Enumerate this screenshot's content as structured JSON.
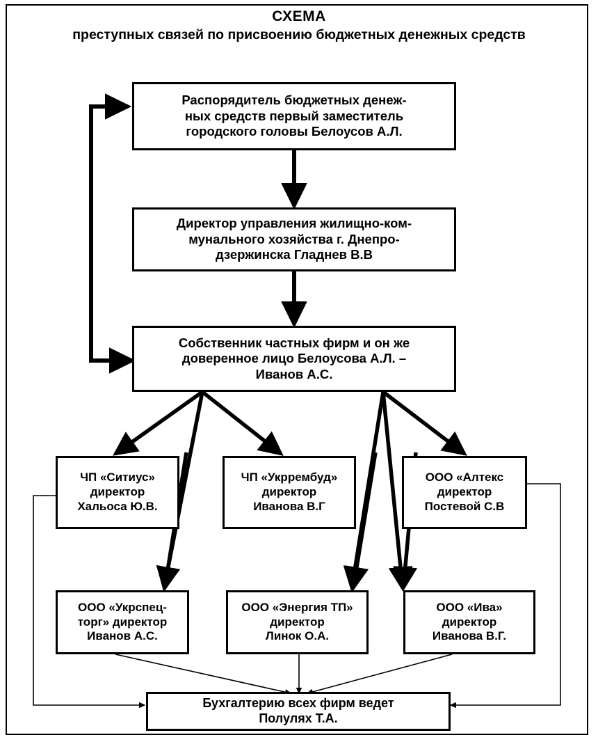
{
  "document": {
    "title_main": "СХЕМА",
    "title_sub": "преступных связей по присвоению\nбюджетных денежных средств",
    "language": "ru"
  },
  "colors": {
    "background": "#ffffff",
    "line": "#000000",
    "thin_line": "#555555",
    "text": "#000000"
  },
  "nodes": {
    "budget_manager": {
      "label": "Распорядитель бюджетных денеж-\nных средств первый заместитель\nгородского головы Белоусов А.Л."
    },
    "housing_director": {
      "label": "Директор управления жилищно-ком-\nмунального хозяйства г. Днепро-\nдзержинска Гладнев В.В"
    },
    "owner": {
      "label": "Собственник частных фирм и он же\nдоверенное лицо Белоусова А.Л. –\nИванов А.С."
    },
    "sitius": {
      "label": "ЧП «Ситиус»\nдиректор\nХальоса Ю.В."
    },
    "ukrrembud": {
      "label": "ЧП «Укррембуд»\nдиректор\nИванова В.Г"
    },
    "alteks": {
      "label": "ООО «Алтекс\nдиректор\nПостевой С.В"
    },
    "ukrspectorg": {
      "label": "ООО «Укрспец-\nторг» директор\nИванов А.С."
    },
    "energia_tp": {
      "label": "ООО «Энергия ТП»\nдиректор\nЛинок О.А."
    },
    "iva": {
      "label": "ООО «Ива»\nдиректор\nИванова В.Г."
    },
    "accounting": {
      "label": "Бухгалтерию всех фирм ведет\nПолулях Т.А."
    }
  },
  "edges": [
    {
      "from": "budget_manager",
      "to": "housing_director",
      "style": "thick-arrow"
    },
    {
      "from": "housing_director",
      "to": "owner",
      "style": "thick-arrow"
    },
    {
      "from": "owner",
      "to": "budget_manager",
      "style": "thick-arrow-routed-left"
    },
    {
      "from": "owner",
      "to": "sitius",
      "style": "thick-arrow"
    },
    {
      "from": "owner",
      "to": "ukrrembud",
      "style": "thick-arrow"
    },
    {
      "from": "owner",
      "to": "alteks",
      "style": "thick-arrow"
    },
    {
      "from": "owner",
      "to": "ukrspectorg",
      "style": "thick-arrow"
    },
    {
      "from": "owner",
      "to": "energia_tp",
      "style": "thick-arrow"
    },
    {
      "from": "owner",
      "to": "iva",
      "style": "thick-arrow"
    },
    {
      "from": "sitius",
      "to": "ukrspectorg",
      "style": "thick-arrow"
    },
    {
      "from": "ukrrembud",
      "to": "energia_tp",
      "style": "thick-arrow"
    },
    {
      "from": "alteks",
      "to": "iva",
      "style": "thick-arrow"
    },
    {
      "from": "ukrspectorg",
      "to": "accounting",
      "style": "thin-arrow"
    },
    {
      "from": "energia_tp",
      "to": "accounting",
      "style": "thin-arrow"
    },
    {
      "from": "iva",
      "to": "accounting",
      "style": "thin-arrow"
    },
    {
      "from": "sitius",
      "to": "accounting",
      "style": "thin-arrow-routed-left"
    },
    {
      "from": "alteks",
      "to": "accounting",
      "style": "thin-arrow-routed-right"
    }
  ]
}
